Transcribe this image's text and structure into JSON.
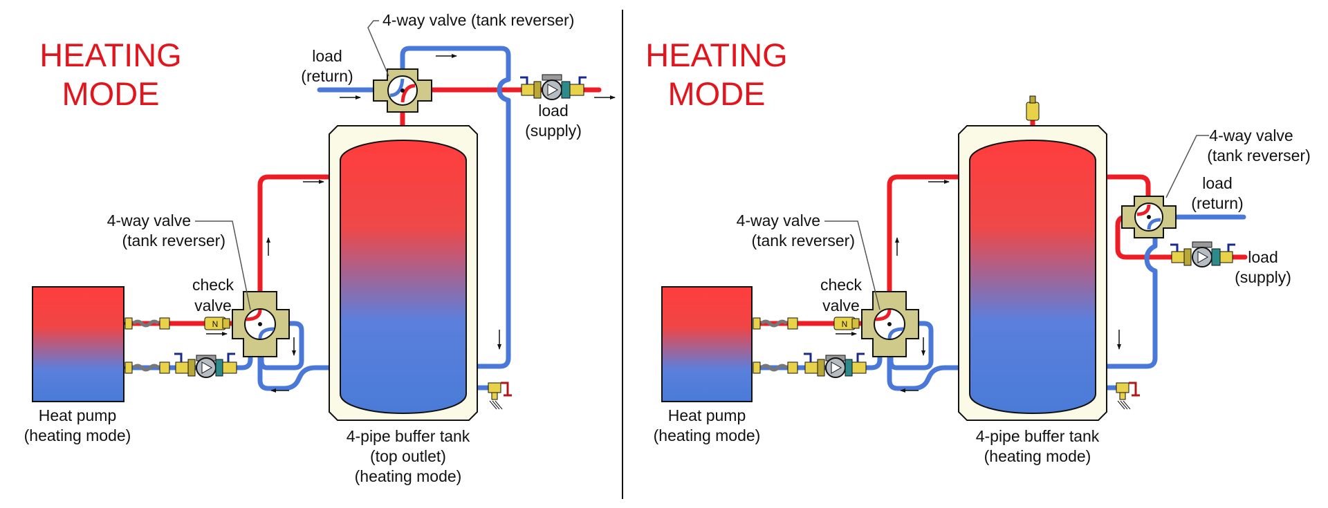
{
  "colors": {
    "hot": "#ee1c24",
    "cold": "#4a78d8",
    "tank_shell": "#fbfae6",
    "brass": "#e8d24a",
    "valve_body": "#cfc98a",
    "mode_text": "#e3141b",
    "divider": "#111111"
  },
  "panels": [
    {
      "mode_line1": "HEATING",
      "mode_line2": "MODE",
      "heat_pump_line1": "Heat pump",
      "heat_pump_line2": "(heating mode)",
      "check_valve_line1": "check",
      "check_valve_line2": "valve",
      "lower_valve_line1": "4-way valve",
      "lower_valve_line2": "(tank reverser)",
      "upper_valve_label": "4-way valve (tank reverser)",
      "load_return_line1": "load",
      "load_return_line2": "(return)",
      "load_supply_line1": "load",
      "load_supply_line2": "(supply)",
      "tank_line1": "4-pipe buffer tank",
      "tank_line2": "(top outlet)",
      "tank_line3": "(heating mode)"
    },
    {
      "mode_line1": "HEATING",
      "mode_line2": "MODE",
      "heat_pump_line1": "Heat pump",
      "heat_pump_line2": "(heating mode)",
      "check_valve_line1": "check",
      "check_valve_line2": "valve",
      "lower_valve_line1": "4-way valve",
      "lower_valve_line2": "(tank reverser)",
      "upper_valve_line1": "4-way valve",
      "upper_valve_line2": "(tank reverser)",
      "load_return_line1": "load",
      "load_return_line2": "(return)",
      "load_supply_line1": "load",
      "load_supply_line2": "(supply)",
      "tank_line1": "4-pipe buffer tank",
      "tank_line2": "(heating mode)"
    }
  ]
}
